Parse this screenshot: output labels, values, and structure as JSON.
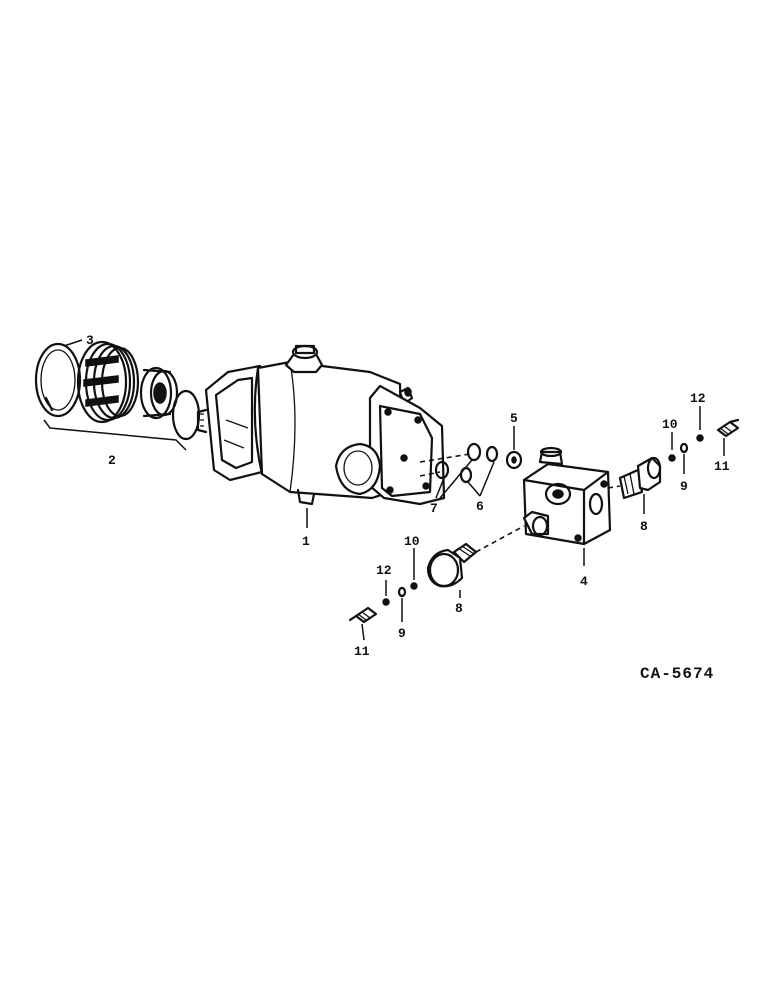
{
  "diagram": {
    "callouts": {
      "c1": "1",
      "c2": "2",
      "c3": "3",
      "c4": "4",
      "c5": "5",
      "c6": "6",
      "c7": "7",
      "c8a": "8",
      "c8b": "8",
      "c9a": "9",
      "c9b": "9",
      "c10a": "10",
      "c10b": "10",
      "c11a": "11",
      "c11b": "11",
      "c12a": "12",
      "c12b": "12"
    },
    "figure_code": "CA-5674"
  }
}
